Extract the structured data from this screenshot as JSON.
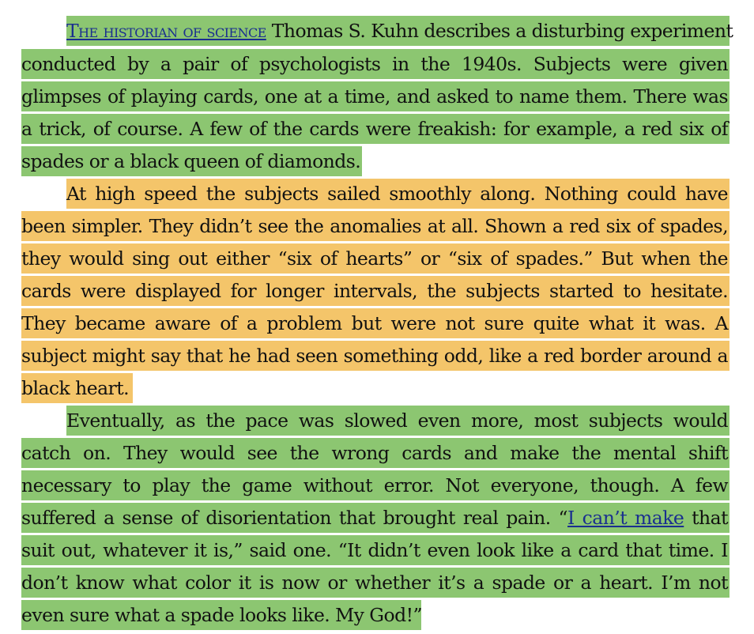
{
  "paragraphs": [
    {
      "highlight": "green",
      "lead_link": "The historian of science",
      "lines": [
        " Thomas S. Kuhn describes a disturbing experiment",
        "conducted by a pair of psychologists in the 1940s. Subjects were given",
        "glimpses of playing cards, one at a time, and asked to name them. There was",
        "a trick, of course. A few of the cards were freakish: for example, a red six of",
        "spades or a black queen of diamonds."
      ]
    },
    {
      "highlight": "orange",
      "lines": [
        "At high speed the subjects sailed smoothly along. Nothing could have",
        "been simpler. They didn’t see the anomalies at all. Shown a red six of spades,",
        "they would sing out either “six of hearts” or “six of spades.” But when the",
        "cards were displayed for longer intervals, the subjects started to hesitate.",
        "They became aware of a problem but were not sure quite what it was. A",
        "subject might say that he had seen something odd, like a red border around a",
        "black heart."
      ]
    },
    {
      "highlight": "green",
      "lines": [
        "Eventually, as the pace was slowed even more, most subjects would",
        "catch on. They would see the wrong cards and make the mental shift",
        "necessary to play the game without error. Not everyone, though. A few",
        "suit out, whatever it is,” said one. “It didn’t even look like a card that time. I",
        "don’t know what color it is now or whether it’s a spade or a heart. I’m not",
        "even sure what a spade looks like. My God!”"
      ],
      "line4": {
        "before": "suffered a sense of disorientation that brought real pain. “",
        "link": "I can’t make",
        "after": " that"
      }
    }
  ]
}
